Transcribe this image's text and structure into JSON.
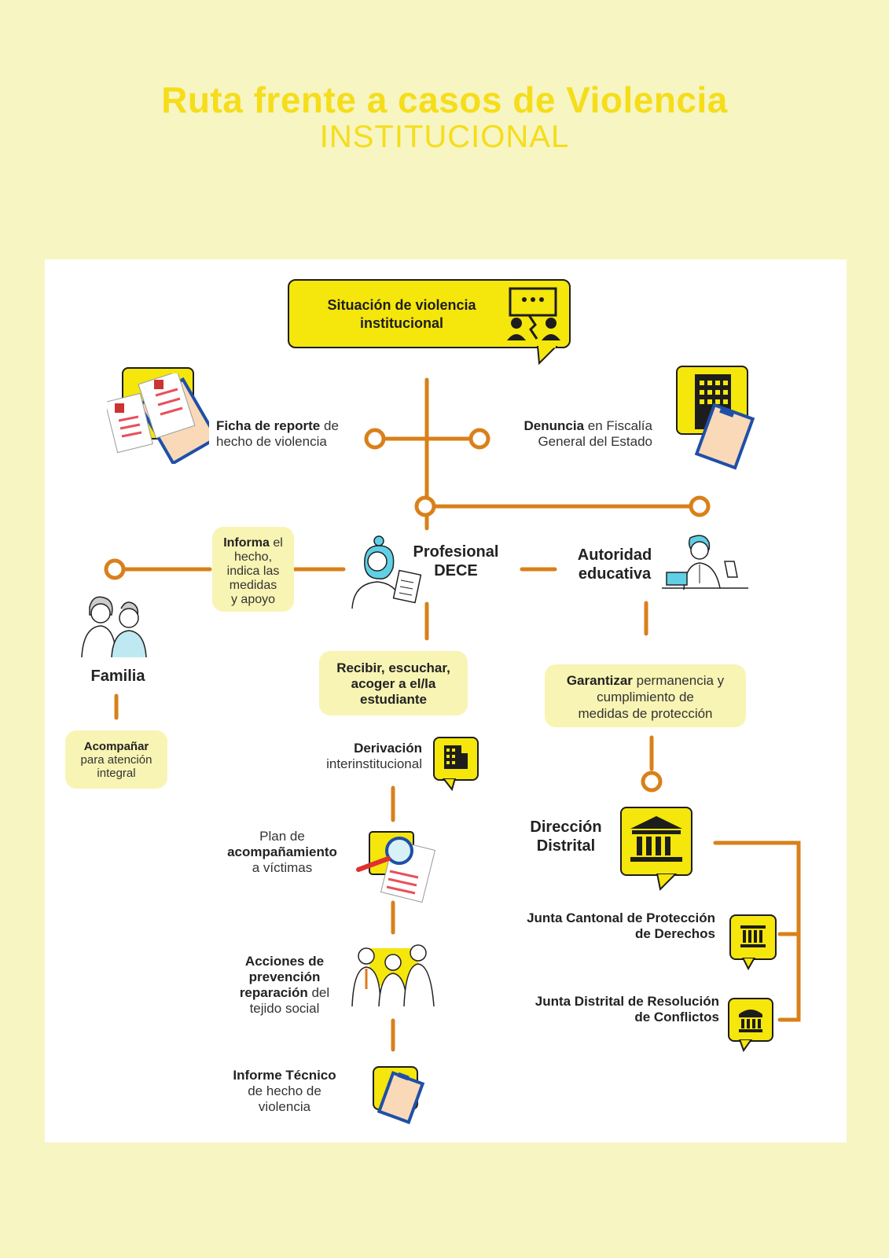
{
  "title": {
    "main": "Ruta frente a casos de Violencia",
    "sub": "INSTITUCIONAL"
  },
  "top_box": {
    "line1": "Situación de violencia",
    "line2": "institucional"
  },
  "ficha": {
    "bold": "Ficha de reporte",
    "rest1": " de",
    "line2": "hecho de violencia"
  },
  "denuncia": {
    "bold": "Denuncia",
    "rest1": " en Fiscalía",
    "line2": "General del Estado"
  },
  "informa": {
    "bold": "Informa",
    "rest1": " el",
    "line2": "hecho,",
    "line3": "indica las",
    "line4": "medidas",
    "line5": "y apoyo"
  },
  "profesional": {
    "line1": "Profesional",
    "line2": "DECE"
  },
  "autoridad": {
    "line1": "Autoridad",
    "line2": "educativa"
  },
  "familia": {
    "label": "Familia"
  },
  "acompanar": {
    "bold": "Acompañar",
    "line2": "para atención",
    "line3": "integral"
  },
  "recibir": {
    "line1": "Recibir, escuchar,",
    "line2": "acoger a el/la",
    "line3": "estudiante"
  },
  "garantizar": {
    "bold": "Garantizar",
    "rest1": "  permanencia y",
    "line2": "cumplimiento de",
    "line3": "medidas de protección"
  },
  "derivacion": {
    "bold": "Derivación",
    "line2": "interinstitucional"
  },
  "plan": {
    "line1": "Plan de",
    "line2": "acompañamiento",
    "line3": "a víctimas"
  },
  "acciones": {
    "line1": "Acciones de",
    "line2": "prevención",
    "bold3": "reparación",
    "rest3": " del",
    "line4": "tejido social"
  },
  "informe": {
    "bold": "Informe Técnico",
    "line2": "de hecho de",
    "line3": "violencia"
  },
  "direccion": {
    "line1": "Dirección",
    "line2": "Distrital"
  },
  "junta_cantonal": {
    "line1": "Junta Cantonal de Protección",
    "line2": "de Derechos"
  },
  "junta_distrital": {
    "line1": "Junta Distrital de Resolución",
    "line2": "de Conflictos"
  },
  "colors": {
    "accent_yellow": "#f5e60c",
    "line_orange": "#d9801a",
    "title_yellow": "#f5dd1a",
    "bubble": "#f8f4b4",
    "background": "#f7f5c2"
  }
}
